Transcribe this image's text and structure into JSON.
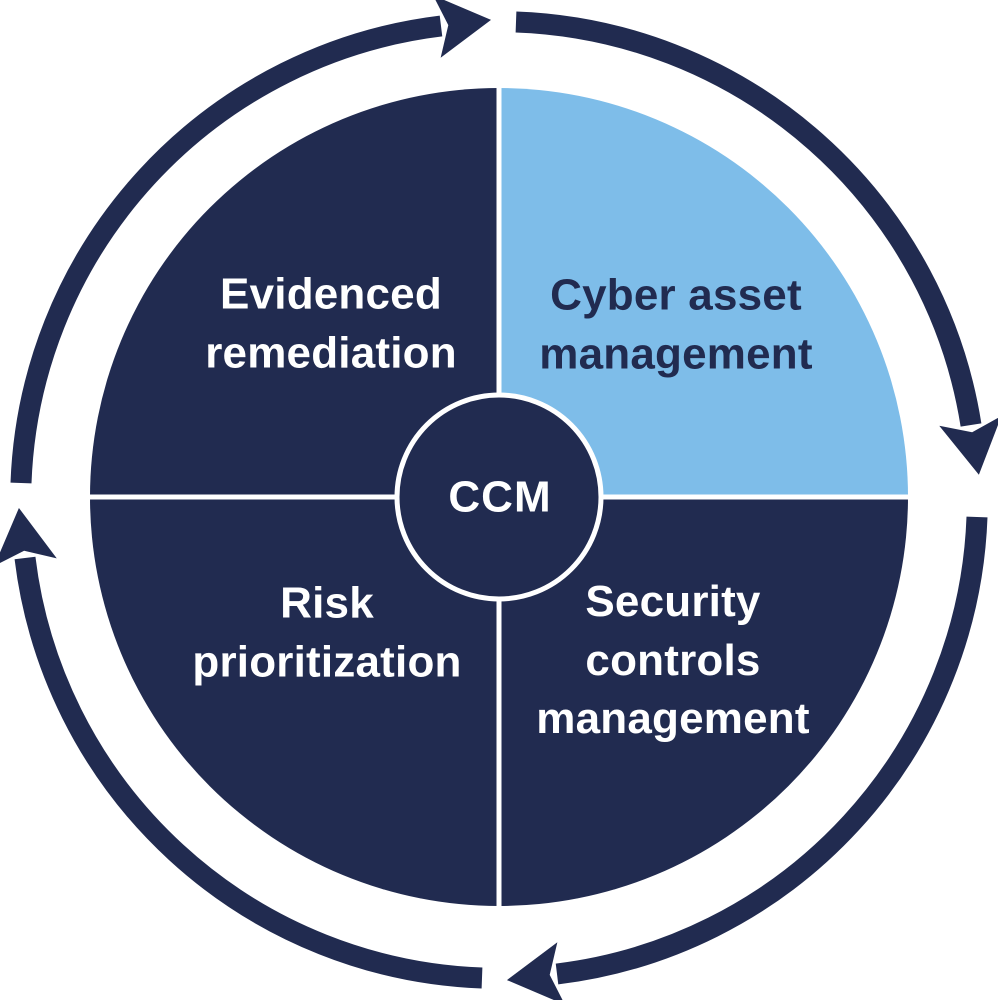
{
  "diagram": {
    "title": "CCM cycle diagram",
    "center_label": "CCM",
    "quadrants": [
      {
        "id": "evidenced-remediation",
        "label": "Evidenced\nremediation",
        "position": "top-left",
        "fill": "navy",
        "text_color": "white"
      },
      {
        "id": "cyber-asset-management",
        "label": "Cyber asset\nmanagement",
        "position": "top-right",
        "fill": "light_blue",
        "text_color": "navy"
      },
      {
        "id": "risk-prioritization",
        "label": "Risk\nprioritization",
        "position": "bottom-left",
        "fill": "navy",
        "text_color": "white"
      },
      {
        "id": "security-controls-management",
        "label": "Security\ncontrols\nmanagement",
        "position": "bottom-right",
        "fill": "navy",
        "text_color": "white"
      }
    ],
    "cycle_arrows": {
      "count": 4,
      "direction": "clockwise"
    }
  },
  "colors": {
    "navy": "#212B50",
    "light_blue": "#7EBDE9",
    "white": "#FFFFFF"
  }
}
